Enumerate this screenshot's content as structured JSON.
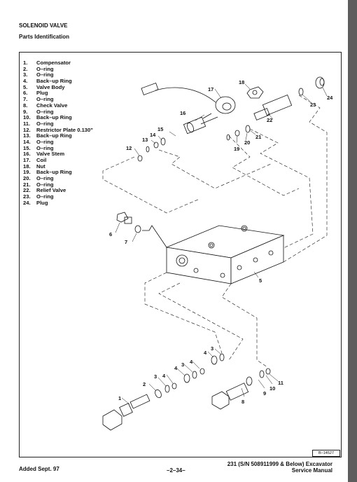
{
  "header": {
    "title": "SOLENOID VALVE",
    "subtitle": "Parts Identification"
  },
  "parts": [
    {
      "num": "1.",
      "name": "Compensator"
    },
    {
      "num": "2.",
      "name": "O–ring"
    },
    {
      "num": "3.",
      "name": "O–ring"
    },
    {
      "num": "4.",
      "name": "Back–up Ring"
    },
    {
      "num": "5.",
      "name": "Valve Body"
    },
    {
      "num": "6.",
      "name": "Plug"
    },
    {
      "num": "7.",
      "name": "O–ring"
    },
    {
      "num": "8.",
      "name": "Check Valve"
    },
    {
      "num": "9.",
      "name": "O–ring"
    },
    {
      "num": "10.",
      "name": "Back–up Ring"
    },
    {
      "num": "11.",
      "name": "O–ring"
    },
    {
      "num": "12.",
      "name": "Restrictor Plate 0.130\""
    },
    {
      "num": "13.",
      "name": "Back–up Ring"
    },
    {
      "num": "14.",
      "name": "O–ring"
    },
    {
      "num": "15.",
      "name": "O–ring"
    },
    {
      "num": "16.",
      "name": "Valve Stem"
    },
    {
      "num": "17.",
      "name": "Coil"
    },
    {
      "num": "18.",
      "name": "Nut"
    },
    {
      "num": "19.",
      "name": "Back–up Ring"
    },
    {
      "num": "20.",
      "name": "O–ring"
    },
    {
      "num": "21.",
      "name": "O–ring"
    },
    {
      "num": "22.",
      "name": "Relief Valve"
    },
    {
      "num": "23.",
      "name": "O–ring"
    },
    {
      "num": "24.",
      "name": "Plug"
    }
  ],
  "callouts": {
    "c1": "1",
    "c2": "2",
    "c3a": "3",
    "c3b": "3",
    "c4a": "4",
    "c4b": "4",
    "c4c": "4",
    "c5": "5",
    "c6": "6",
    "c7": "7",
    "c8": "8",
    "c9": "9",
    "c10": "10",
    "c11": "11",
    "c12": "12",
    "c13": "13",
    "c14": "14",
    "c15": "15",
    "c16": "16",
    "c17": "17",
    "c18": "18",
    "c19": "19",
    "c20": "20",
    "c21": "21",
    "c22": "22",
    "c23": "23",
    "c24": "24"
  },
  "figure_ref": "B–14527",
  "footer": {
    "left": "Added Sept. 97",
    "center": "–2–34–",
    "right_line1": "231 (S/N 508911999 & Below) Excavator",
    "right_line2": "Service Manual"
  }
}
